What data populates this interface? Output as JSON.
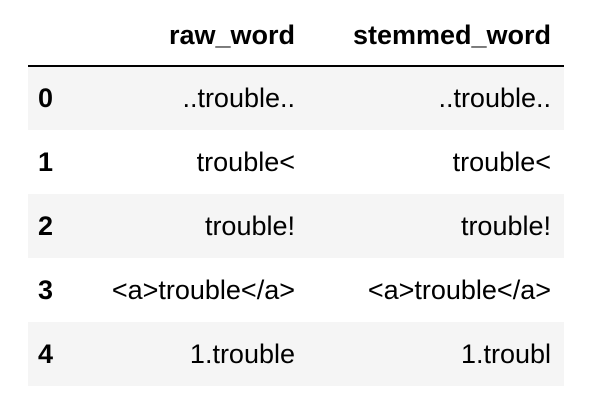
{
  "table": {
    "columns": [
      "",
      "raw_word",
      "stemmed_word"
    ],
    "rows": [
      {
        "index": "0",
        "raw_word": "..trouble..",
        "stemmed_word": "..trouble.."
      },
      {
        "index": "1",
        "raw_word": "trouble<",
        "stemmed_word": "trouble<"
      },
      {
        "index": "2",
        "raw_word": "trouble!",
        "stemmed_word": "trouble!"
      },
      {
        "index": "3",
        "raw_word": "<a>trouble</a>",
        "stemmed_word": "<a>trouble</a>"
      },
      {
        "index": "4",
        "raw_word": "1.trouble",
        "stemmed_word": "1.troubl"
      }
    ],
    "colors": {
      "stripe_row_background": "#f5f5f5",
      "plain_row_background": "#ffffff",
      "header_border": "#000000",
      "text": "#000000"
    }
  }
}
